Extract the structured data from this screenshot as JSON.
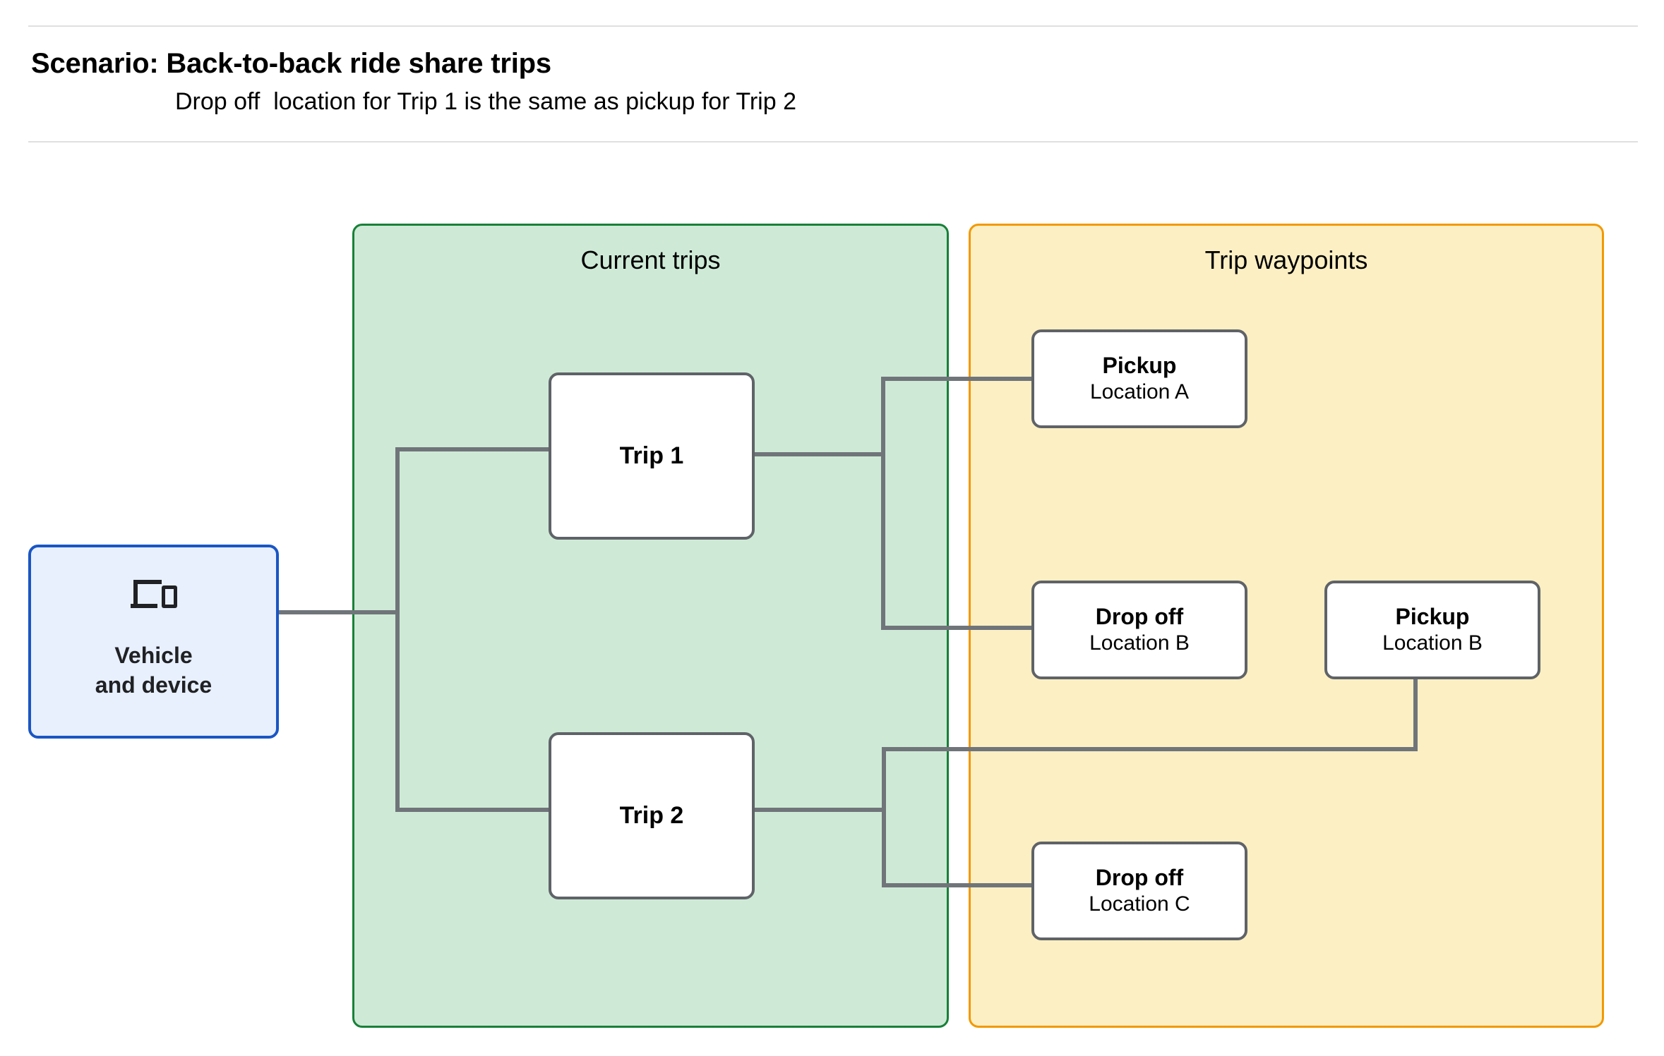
{
  "header": {
    "title": "Scenario: Back-to-back ride share trips",
    "subtitle": "Drop off  location for Trip 1 is the same as pickup for Trip 2"
  },
  "colors": {
    "current_trips_fill": "#ceead6",
    "current_trips_border": "#188038",
    "trip_waypoints_fill": "#fcefc3",
    "trip_waypoints_border": "#f29900",
    "vehicle_fill": "#e8f0fe",
    "vehicle_border": "#1a56c4",
    "node_border": "#5f6368",
    "connector": "#70757a"
  },
  "vehicle": {
    "icon": "devices-icon",
    "label": "Vehicle\nand device"
  },
  "groups": {
    "current_trips": {
      "title": "Current trips",
      "nodes": [
        {
          "label": "Trip 1"
        },
        {
          "label": "Trip 2"
        }
      ]
    },
    "trip_waypoints": {
      "title": "Trip waypoints",
      "nodes": [
        {
          "title": "Pickup",
          "location": "Location A"
        },
        {
          "title": "Drop off",
          "location": "Location B"
        },
        {
          "title": "Pickup",
          "location": "Location B"
        },
        {
          "title": "Drop off",
          "location": "Location C"
        }
      ]
    }
  }
}
